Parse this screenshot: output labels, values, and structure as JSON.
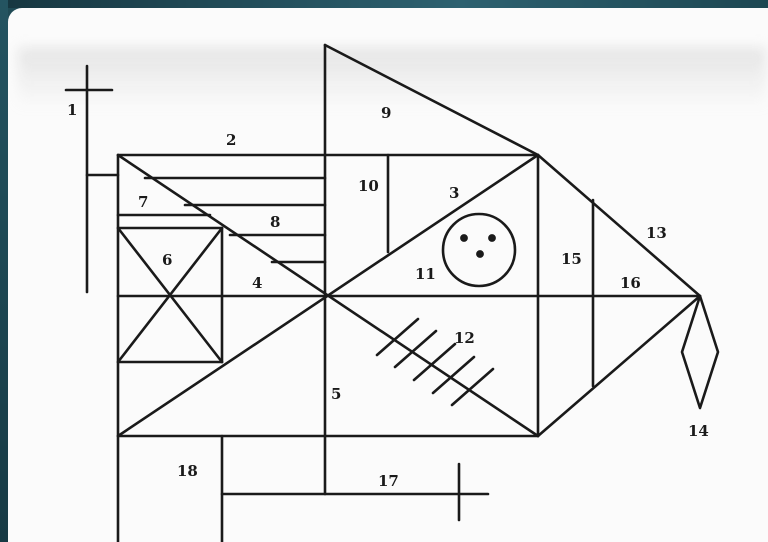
{
  "figure": {
    "labels": {
      "l1": "1",
      "l2": "2",
      "l3": "3",
      "l4": "4",
      "l5": "5",
      "l6": "6",
      "l7": "7",
      "l8": "8",
      "l9": "9",
      "l10": "10",
      "l11": "11",
      "l12": "12",
      "l13": "13",
      "l14": "14",
      "l15": "15",
      "l16": "16",
      "l17": "17",
      "l18": "18"
    }
  },
  "colors": {
    "ink": "#1a1a1a",
    "paper": "#fbfbfb",
    "frame": "#1f4a55"
  }
}
